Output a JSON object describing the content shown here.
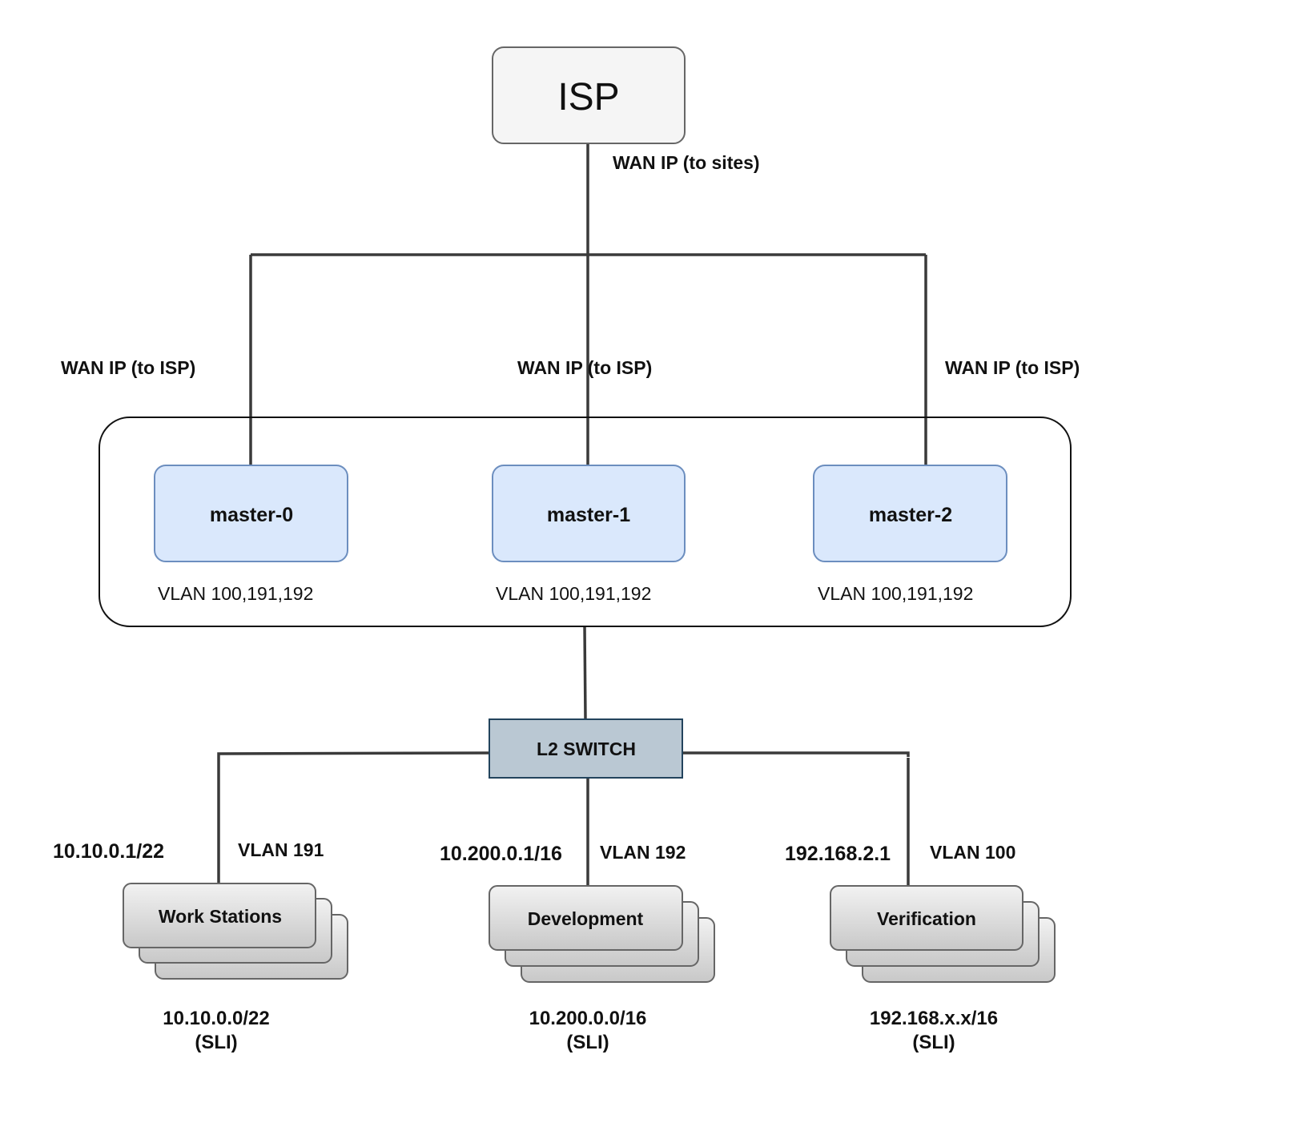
{
  "isp": {
    "label": "ISP",
    "wan_label": "WAN IP (to sites)"
  },
  "masters": [
    {
      "name": "master-0",
      "wan": "WAN IP (to ISP)",
      "vlan": "VLAN 100,191,192"
    },
    {
      "name": "master-1",
      "wan": "WAN IP (to ISP)",
      "vlan": "VLAN 100,191,192"
    },
    {
      "name": "master-2",
      "wan": "WAN IP (to ISP)",
      "vlan": "VLAN 100,191,192"
    }
  ],
  "switch": {
    "label": "L2 SWITCH"
  },
  "groups": [
    {
      "name": "Work Stations",
      "gateway": "10.10.0.1/22",
      "vlan": "VLAN 191",
      "subnet": "10.10.0.0/22",
      "sli": "(SLI)"
    },
    {
      "name": "Development",
      "gateway": "10.200.0.1/16",
      "vlan": "VLAN 192",
      "subnet": "10.200.0.0/16",
      "sli": "(SLI)"
    },
    {
      "name": "Verification",
      "gateway": "192.168.2.1",
      "vlan": "VLAN 100",
      "subnet": "192.168.x.x/16",
      "sli": "(SLI)"
    }
  ],
  "colors": {
    "isp_fill": "#f5f5f5",
    "master_fill": "#dae8fc",
    "master_stroke": "#6c8ebf",
    "switch_fill": "#bac8d3",
    "switch_stroke": "#23445d",
    "stack_top": "#f2f2f2",
    "stack_bottom": "#c8c8c8"
  }
}
